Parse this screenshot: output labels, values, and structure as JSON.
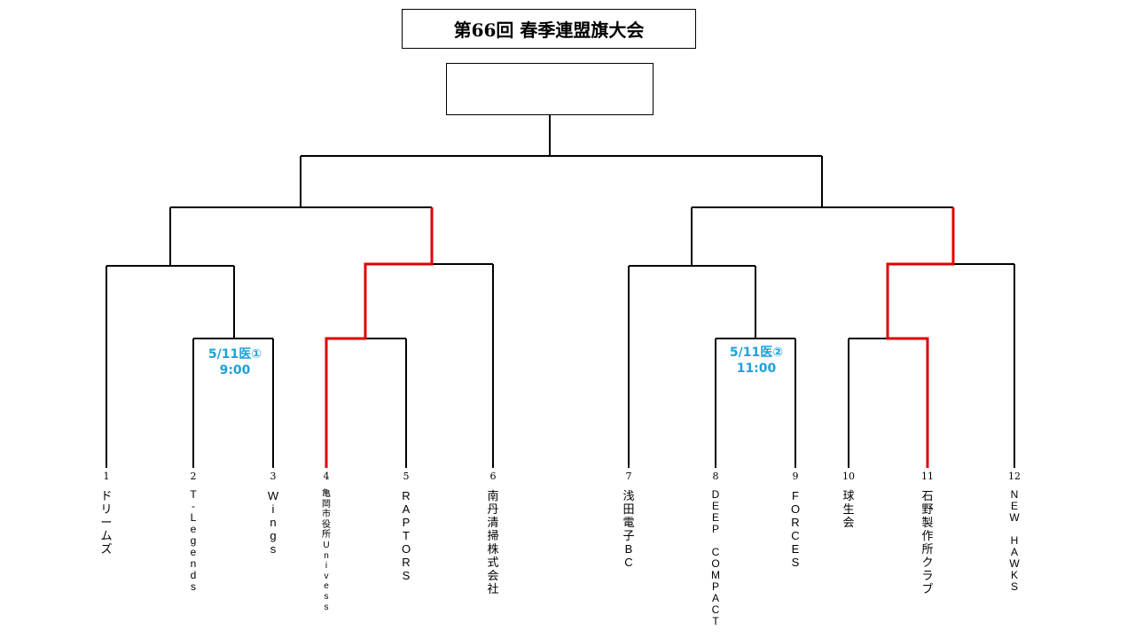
{
  "header": {
    "title": "第66回 春季連盟旗大会",
    "winner": ""
  },
  "matches": [
    {
      "date": "5/11医①",
      "time": "9:00"
    },
    {
      "date": "5/11医②",
      "time": "11:00"
    }
  ],
  "teams": [
    {
      "seed": "1",
      "name": "ドリームズ"
    },
    {
      "seed": "2",
      "name": "T-Legends"
    },
    {
      "seed": "3",
      "name": "Wings"
    },
    {
      "seed": "4",
      "name": "亀岡市役所Univess"
    },
    {
      "seed": "5",
      "name": "RAPTORS"
    },
    {
      "seed": "6",
      "name": "南丹清掃株式会社"
    },
    {
      "seed": "7",
      "name": "浅田電子BC"
    },
    {
      "seed": "8",
      "name": "DEEP COMPACT"
    },
    {
      "seed": "9",
      "name": "FORCES"
    },
    {
      "seed": "10",
      "name": "球生会"
    },
    {
      "seed": "11",
      "name": "石野製作所クラブ"
    },
    {
      "seed": "12",
      "name": "NEW HAWKS"
    }
  ],
  "colors": {
    "line": "#000000",
    "winner_path": "#e00000",
    "match_info": "#1aa3d9"
  }
}
